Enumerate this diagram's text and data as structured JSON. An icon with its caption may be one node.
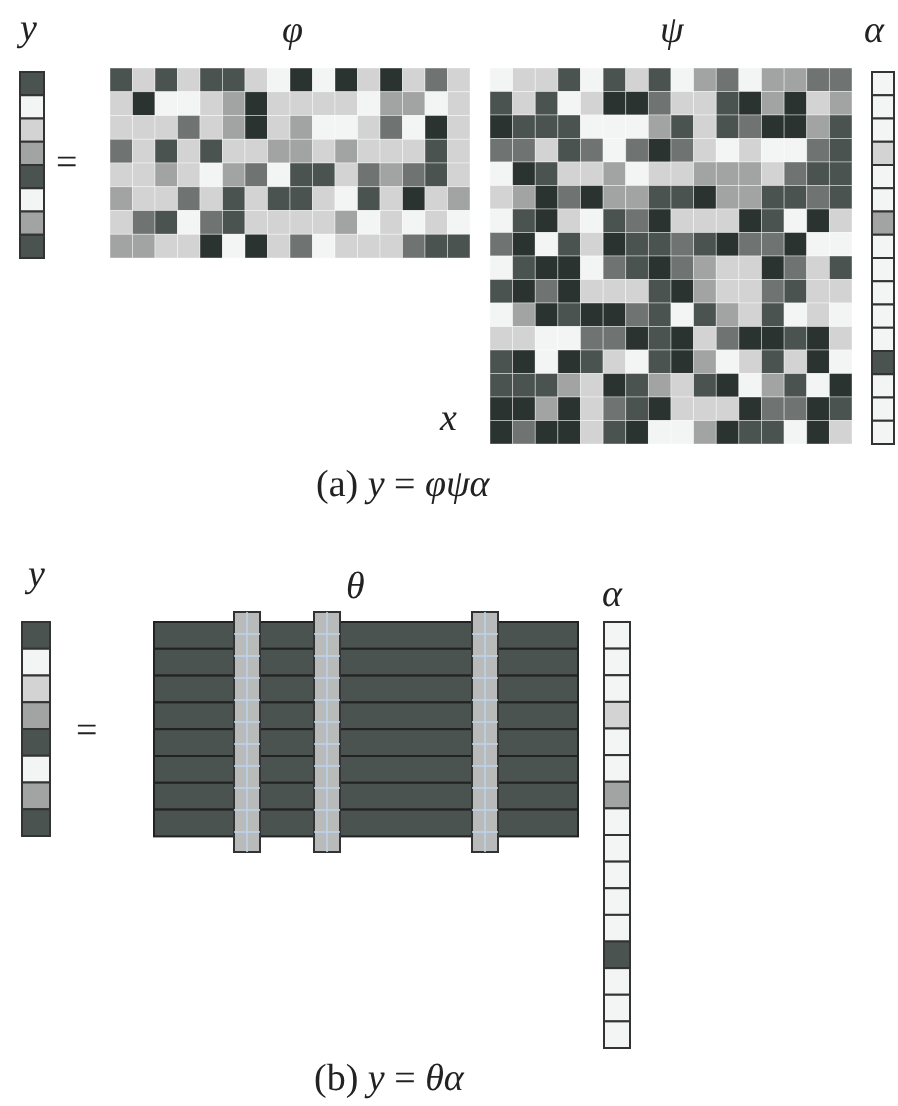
{
  "diagram": {
    "labels": [
      "y",
      "φ",
      "ψ",
      "α",
      "=",
      "x",
      "(a)  *y* = *φψα*",
      "y",
      "θ",
      "α",
      "=",
      "(b)  *y* = *θα*"
    ]
  }
}
